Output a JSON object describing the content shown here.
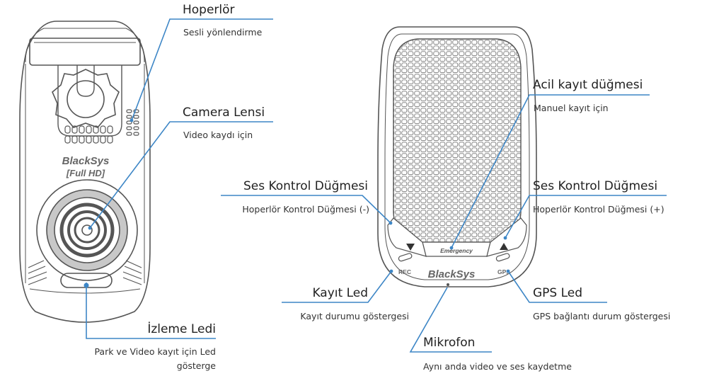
{
  "labels": {
    "speaker": {
      "title": "Hoperlör",
      "desc": "Sesli yönlendirme"
    },
    "camera_lens": {
      "title": "Camera Lensi",
      "desc": "Video kaydı için"
    },
    "monitor_led": {
      "title": "İzleme Ledi",
      "desc_line1": "Park ve Video kayıt için Led",
      "desc_line2": "gösterge"
    },
    "emergency_button": {
      "title": "Acil kayıt düğmesi",
      "desc": "Manuel kayıt için"
    },
    "volume_left": {
      "title": "Ses Kontrol Düğmesi",
      "desc": "Hoperlör Kontrol Düğmesi (-)"
    },
    "volume_right": {
      "title": "Ses Kontrol Düğmesi",
      "desc": "Hoperlör Kontrol Düğmesi (+)"
    },
    "rec_led": {
      "title": "Kayıt Led",
      "desc": "Kayıt durumu göstergesi"
    },
    "gps_led": {
      "title": "GPS Led",
      "desc": "GPS bağlantı durum göstergesi"
    },
    "microphone": {
      "title": "Mikrofon",
      "desc": "Aynı anda video ve ses kaydetme"
    }
  },
  "device_front": {
    "brand": "BlackSys",
    "model": "[Full HD]"
  },
  "device_back": {
    "brand": "BlackSys",
    "emergency": "Emergency",
    "rec": "REC",
    "gps": "GPS"
  },
  "colors": {
    "leader_line": "#3d86c6",
    "outline": "#555555",
    "text": "#222222"
  }
}
